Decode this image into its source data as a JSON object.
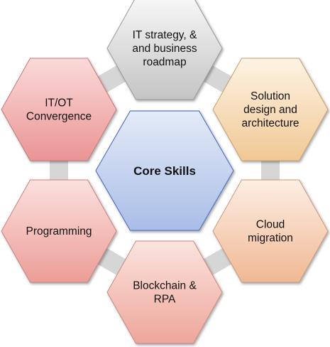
{
  "center": {
    "label": "Core Skills",
    "colors": {
      "top": "#e4ebf8",
      "bottom": "#a9bde6",
      "stroke": "#5677c4"
    }
  },
  "outer_nodes": [
    {
      "id": "it-strategy",
      "label_lines": [
        "IT strategy, &",
        "and business",
        "roadmap"
      ],
      "colors": {
        "top": "#f7f7f7",
        "bottom": "#c4c4c4",
        "stroke": "#9a9a9a"
      }
    },
    {
      "id": "solution-design",
      "label_lines": [
        "Solution",
        "design and",
        "architecture"
      ],
      "colors": {
        "top": "#fdf3e4",
        "bottom": "#f1c894",
        "stroke": "#c7a06b"
      }
    },
    {
      "id": "cloud-migration",
      "label_lines": [
        "Cloud",
        "migration"
      ],
      "colors": {
        "top": "#fdeee3",
        "bottom": "#f0b893",
        "stroke": "#c99a7c"
      }
    },
    {
      "id": "blockchain-rpa",
      "label_lines": [
        "Blockchain &",
        "RPA"
      ],
      "colors": {
        "top": "#fbe3de",
        "bottom": "#eea69a",
        "stroke": "#c98a80"
      }
    },
    {
      "id": "programming",
      "label_lines": [
        "Programming"
      ],
      "colors": {
        "top": "#fbe0dd",
        "bottom": "#ec9d97",
        "stroke": "#c6847f"
      }
    },
    {
      "id": "it-ot-convergence",
      "label_lines": [
        "IT/OT",
        "Convergence"
      ],
      "colors": {
        "top": "#fbdad9",
        "bottom": "#ea9494",
        "stroke": "#c47a7a"
      }
    }
  ],
  "connector_color": "#d6d6d6"
}
